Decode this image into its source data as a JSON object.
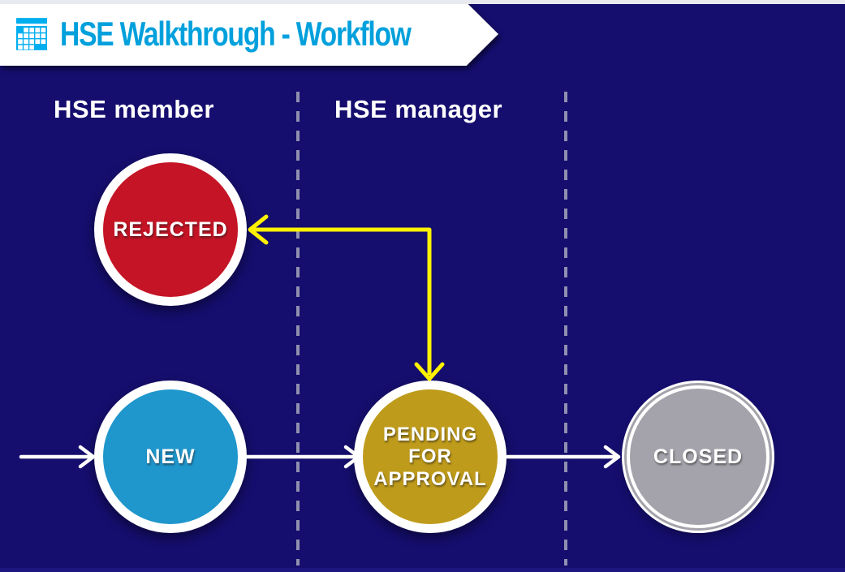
{
  "slide": {
    "background_color": "#150e6e",
    "top_strip_color": "#e9e9f0",
    "bottom_strip_color": "#1e1680"
  },
  "header": {
    "title": "HSE Walkthrough - Workflow",
    "title_color": "#00a0dc",
    "ribbon_color": "#ffffff",
    "icon": "calendar-grid-icon",
    "icon_color": "#00aeef"
  },
  "lanes": [
    {
      "label": "HSE member"
    },
    {
      "label": "HSE manager"
    }
  ],
  "nodes": [
    {
      "id": "rejected",
      "label": "REJECTED",
      "color": "#c41425"
    },
    {
      "id": "new",
      "label": "NEW",
      "color": "#1f96cc"
    },
    {
      "id": "pending-for-approval",
      "label": "PENDING FOR APPROVAL",
      "line1": "PENDING",
      "line2": "FOR",
      "line3": "APPROVAL",
      "color": "#bf9b1b"
    },
    {
      "id": "closed",
      "label": "CLOSED",
      "color": "#a4a3ab"
    }
  ],
  "connectors": {
    "flow_color": "#ffffff",
    "reject_color": "#fff101",
    "lane_divider_color": "#8f90b0",
    "edges": [
      {
        "from": "start",
        "to": "new",
        "style": "white-arrow"
      },
      {
        "from": "new",
        "to": "pending-for-approval",
        "style": "white-arrow"
      },
      {
        "from": "pending-for-approval",
        "to": "closed",
        "style": "white-arrow"
      },
      {
        "from": "pending-for-approval",
        "to": "rejected",
        "style": "yellow-elbow-double-arrow"
      }
    ]
  }
}
